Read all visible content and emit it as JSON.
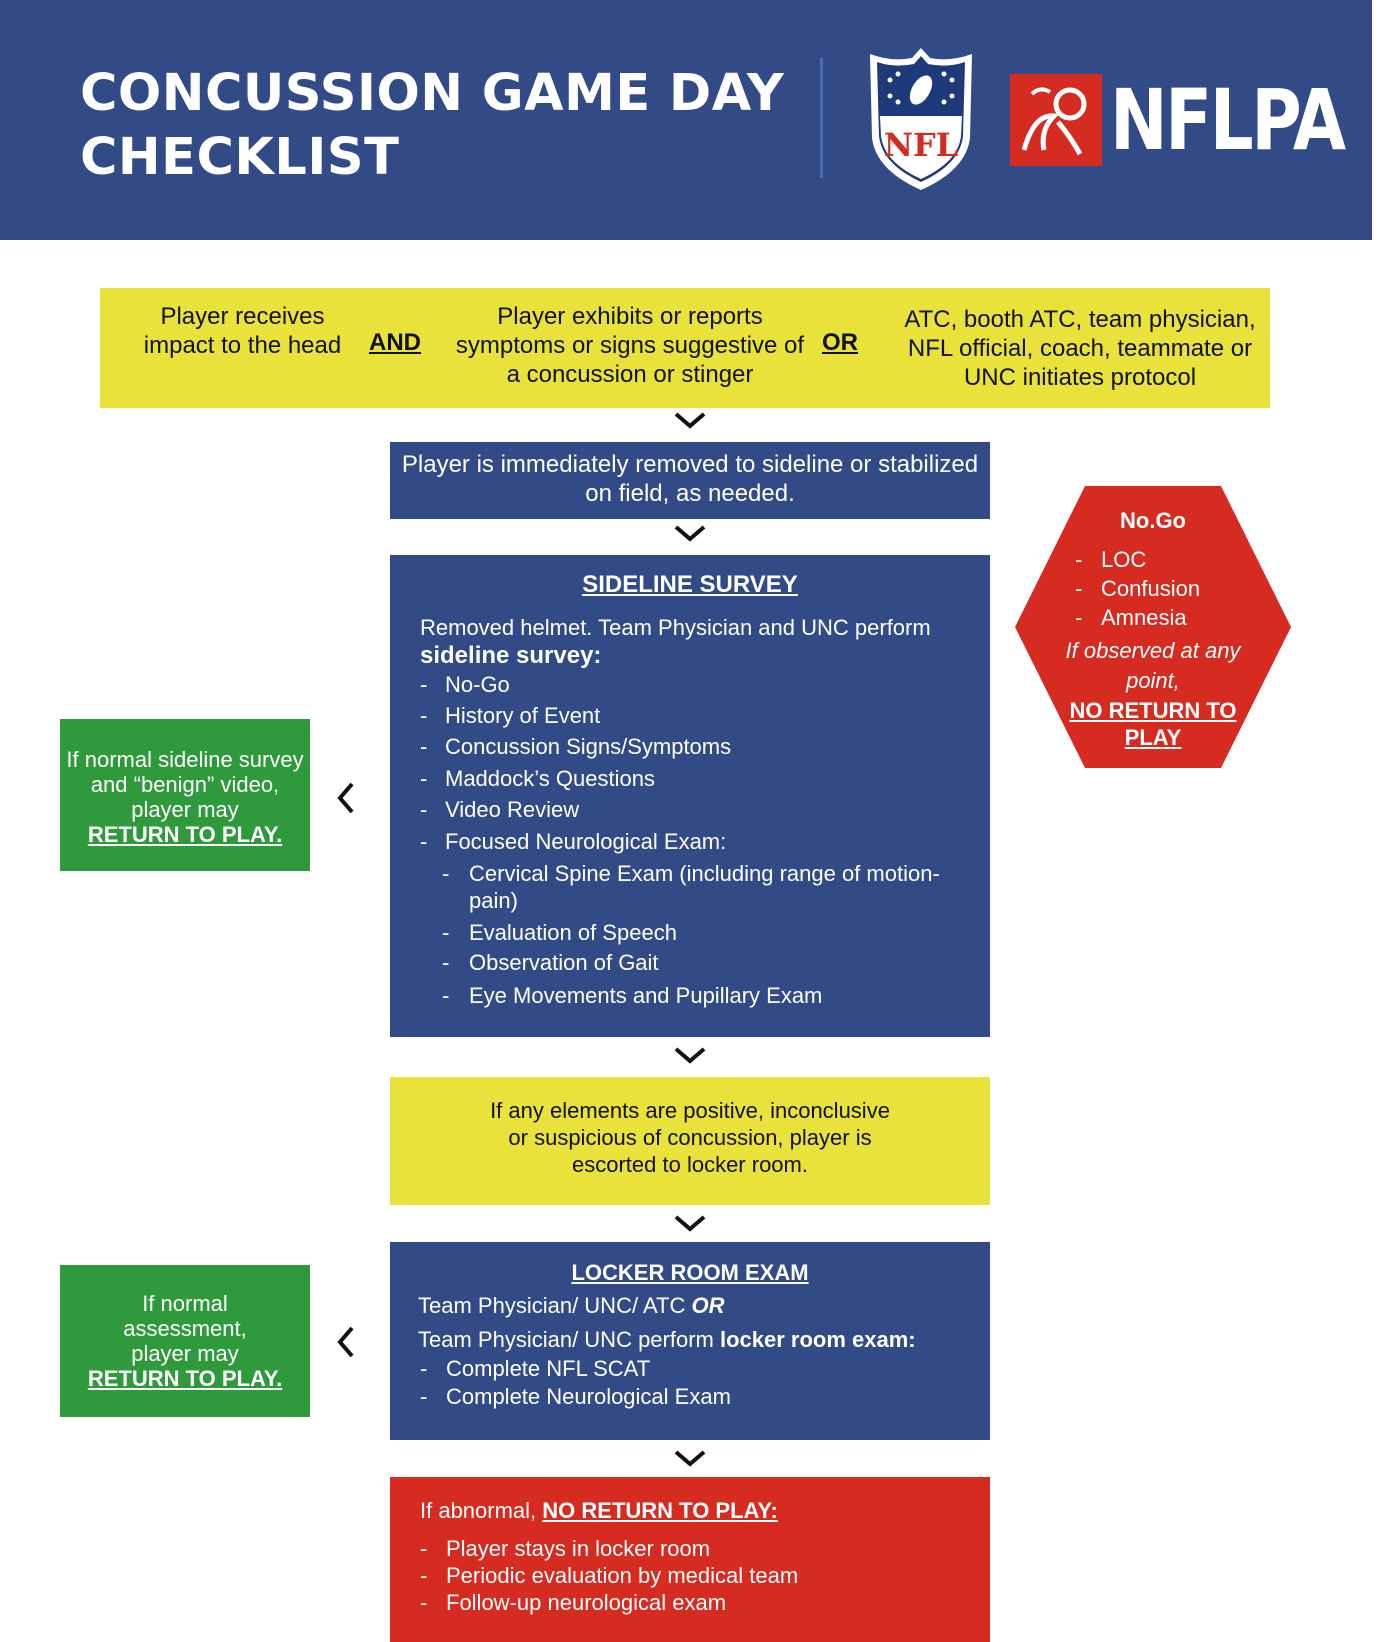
{
  "header": {
    "title_line1": "CONCUSSION GAME DAY",
    "title_line2": "CHECKLIST",
    "nfl_logo_text": "NFL",
    "nflpa_logo_text": "NFLPA"
  },
  "colors": {
    "header_blue": "#324b87",
    "box_blue": "#324b87",
    "yellow": "#e9e23a",
    "green": "#2f9a3c",
    "red": "#d52b20"
  },
  "trigger": {
    "cond1": "Player receives impact to the head",
    "and_label": "AND",
    "cond2": "Player exhibits or reports symptoms or signs suggestive of a concussion or stinger",
    "or_label": "OR",
    "cond3": "ATC, booth ATC, team physician, NFL official, coach, teammate or UNC initiates protocol"
  },
  "removed": {
    "text": "Player is immediately removed to sideline or stabilized on field, as needed."
  },
  "sideline_survey": {
    "title": "SIDELINE SURVEY",
    "intro": "Removed helmet. Team Physician and UNC perform ",
    "intro_bold": "sideline survey:",
    "items": [
      "No-Go",
      "History of Event",
      "Concussion Signs/Symptoms",
      "Maddock’s Questions",
      "Video Review",
      "Focused Neurological Exam:"
    ],
    "sub_items": [
      "Cervical Spine Exam (including range of motion-pain)",
      "Evaluation of Speech",
      "Observation of Gait",
      "Eye Movements and Pupillary Exam"
    ]
  },
  "nogo": {
    "title": "No.Go",
    "items": [
      "LOC",
      "Confusion",
      "Amnesia"
    ],
    "note": "If observed at any point,",
    "no_return": "NO RETURN TO PLAY"
  },
  "green_survey": {
    "text": "If normal sideline survey and “benign” video, player may",
    "rtp": "RETURN TO PLAY."
  },
  "positive": {
    "text": "If any elements are positive, inconclusive or suspicious of concussion, player is escorted to locker room."
  },
  "locker_exam": {
    "title": "LOCKER ROOM EXAM",
    "line1": "Team Physician/ UNC/ ATC ",
    "line1_or": "OR",
    "line2": "Team Physician/ UNC perform ",
    "line2_bold": "locker room exam:",
    "items": [
      "Complete NFL SCAT",
      "Complete Neurological Exam"
    ]
  },
  "green_locker": {
    "text": "If normal assessment, player may",
    "rtp": "RETURN TO PLAY."
  },
  "abnormal": {
    "lead": "If abnormal, ",
    "no_return": "NO RETURN TO PLAY:",
    "items": [
      "Player stays in locker room",
      "Periodic evaluation by medical team",
      "Follow-up neurological exam"
    ]
  },
  "dash": "-"
}
